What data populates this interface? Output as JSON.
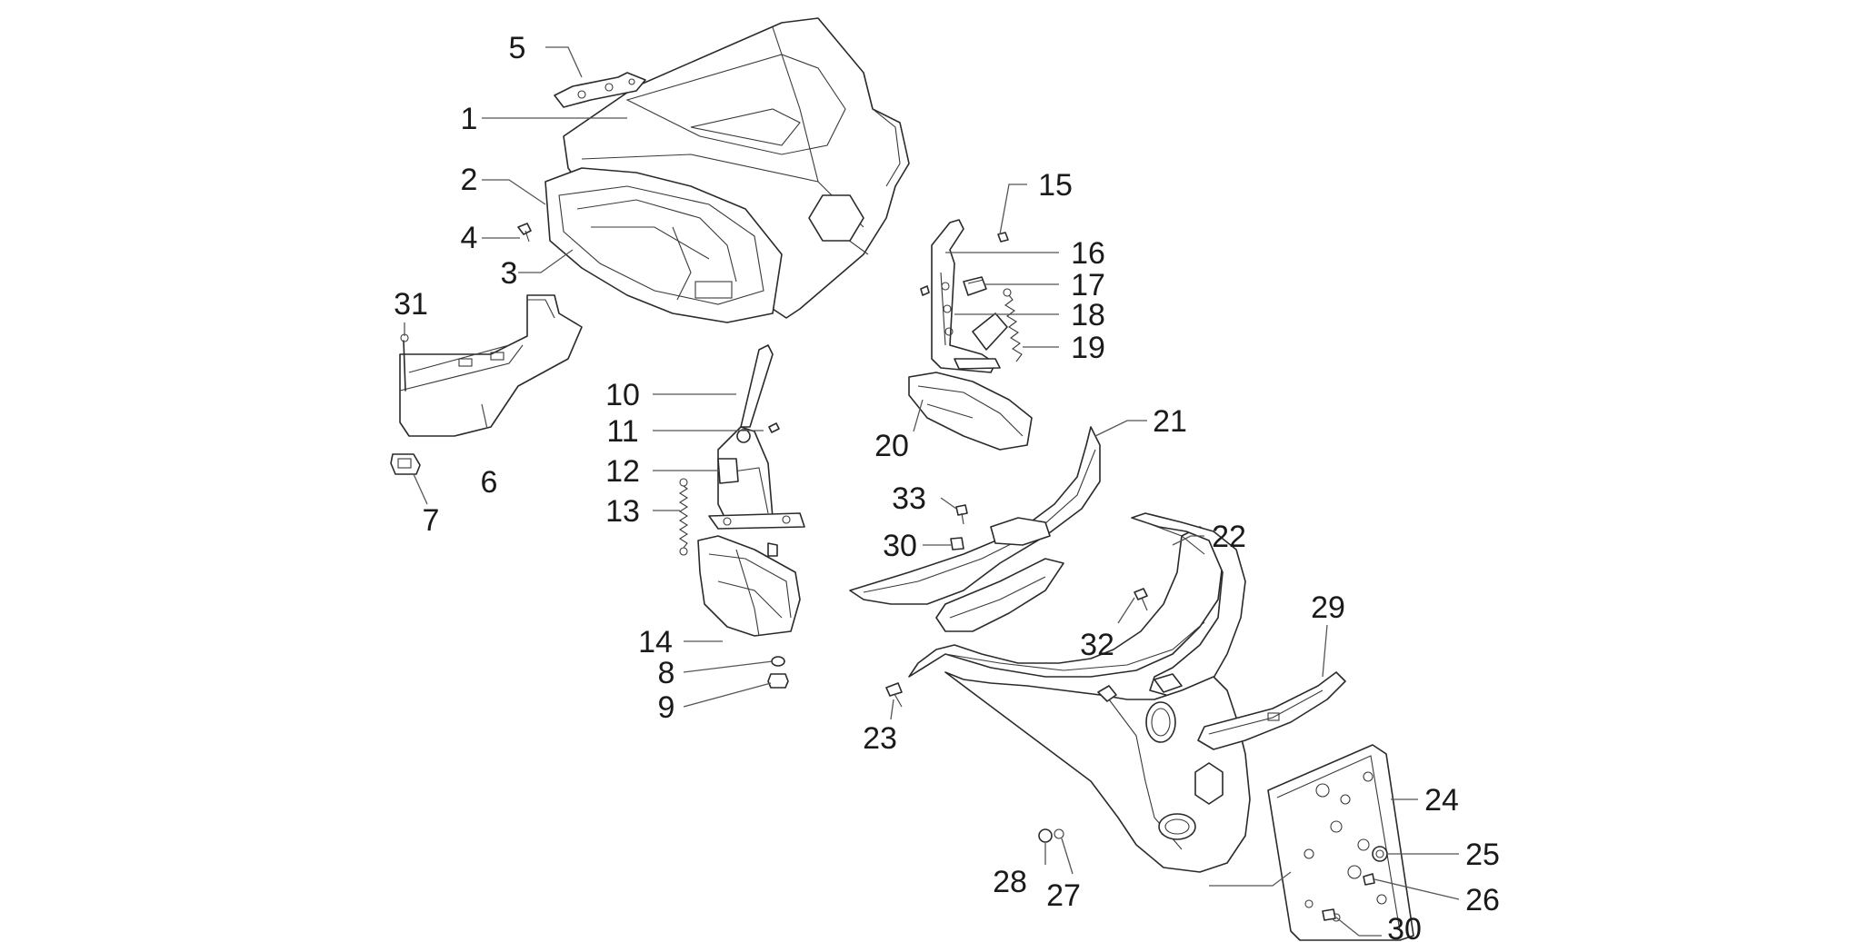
{
  "diagram": {
    "callouts": [
      {
        "id": "5",
        "text": "5"
      },
      {
        "id": "1",
        "text": "1"
      },
      {
        "id": "2",
        "text": "2"
      },
      {
        "id": "4",
        "text": "4"
      },
      {
        "id": "3",
        "text": "3"
      },
      {
        "id": "31",
        "text": "31"
      },
      {
        "id": "6",
        "text": "6"
      },
      {
        "id": "7",
        "text": "7"
      },
      {
        "id": "10",
        "text": "10"
      },
      {
        "id": "11",
        "text": "11"
      },
      {
        "id": "12",
        "text": "12"
      },
      {
        "id": "13",
        "text": "13"
      },
      {
        "id": "14",
        "text": "14"
      },
      {
        "id": "8",
        "text": "8"
      },
      {
        "id": "9",
        "text": "9"
      },
      {
        "id": "15",
        "text": "15"
      },
      {
        "id": "16",
        "text": "16"
      },
      {
        "id": "17",
        "text": "17"
      },
      {
        "id": "18",
        "text": "18"
      },
      {
        "id": "19",
        "text": "19"
      },
      {
        "id": "20",
        "text": "20"
      },
      {
        "id": "21",
        "text": "21"
      },
      {
        "id": "33",
        "text": "33"
      },
      {
        "id": "30a",
        "text": "30"
      },
      {
        "id": "22",
        "text": "22"
      },
      {
        "id": "32",
        "text": "32"
      },
      {
        "id": "29",
        "text": "29"
      },
      {
        "id": "23",
        "text": "23"
      },
      {
        "id": "24",
        "text": "24"
      },
      {
        "id": "25",
        "text": "25"
      },
      {
        "id": "28",
        "text": "28"
      },
      {
        "id": "27",
        "text": "27"
      },
      {
        "id": "26",
        "text": "26"
      },
      {
        "id": "30b",
        "text": "30"
      }
    ]
  }
}
